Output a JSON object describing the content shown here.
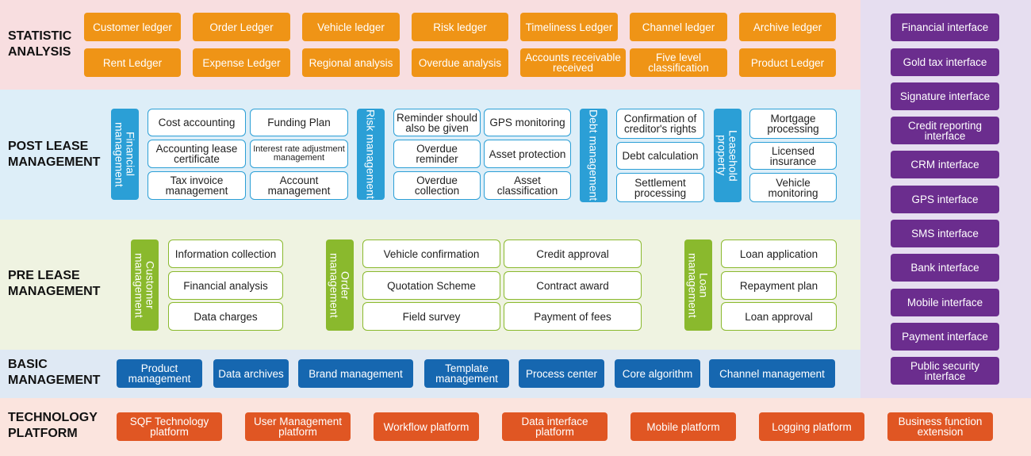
{
  "statistic": {
    "label_line1": "STATISTIC",
    "label_line2": "ANALYSIS",
    "row1": [
      "Customer ledger",
      "Order Ledger",
      "Vehicle ledger",
      "Risk ledger",
      "Timeliness Ledger",
      "Channel ledger",
      "Archive ledger"
    ],
    "row2": [
      "Rent Ledger",
      "Expense Ledger",
      "Regional analysis",
      "Overdue analysis",
      "Accounts receivable received",
      "Five level classification",
      "Product Ledger"
    ]
  },
  "post_lease": {
    "label_line1": "POST LEASE",
    "label_line2": "MANAGEMENT",
    "financial": {
      "title": "Financial management",
      "items": [
        "Cost accounting",
        "Funding Plan",
        "Accounting lease certificate",
        "Interest rate adjustment management",
        "Tax invoice management",
        "Account management"
      ]
    },
    "risk": {
      "title": "Risk management",
      "items": [
        "Reminder should also be given",
        "GPS monitoring",
        "Overdue reminder",
        "Asset protection",
        "Overdue collection",
        "Asset classification"
      ]
    },
    "debt": {
      "title": "Debt management",
      "items": [
        "Confirmation of creditor's rights",
        "Debt calculation",
        "Settlement processing"
      ]
    },
    "leasehold": {
      "title": "Leasehold property",
      "items": [
        "Mortgage processing",
        "Licensed insurance",
        "Vehicle monitoring"
      ]
    }
  },
  "pre_lease": {
    "label_line1": "PRE LEASE",
    "label_line2": "MANAGEMENT",
    "customer": {
      "title": "Customer management",
      "items": [
        "Information collection",
        "Financial analysis",
        "Data charges"
      ]
    },
    "order": {
      "title": "Order management",
      "items": [
        "Vehicle confirmation",
        "Credit approval",
        "Quotation Scheme",
        "Contract award",
        "Field survey",
        "Payment of fees"
      ]
    },
    "loan": {
      "title": "Loan management",
      "items": [
        "Loan application",
        "Repayment plan",
        "Loan approval"
      ]
    }
  },
  "basic": {
    "label_line1": "BASIC",
    "label_line2": "MANAGEMENT",
    "items": [
      "Product management",
      "Data archives",
      "Brand management",
      "Template management",
      "Process center",
      "Core algorithm",
      "Channel management"
    ]
  },
  "technology": {
    "label_line1": "TECHNOLOGY",
    "label_line2": "PLATFORM",
    "items": [
      "SQF Technology platform",
      "User Management platform",
      "Workflow platform",
      "Data interface platform",
      "Mobile platform",
      "Logging platform",
      "Business function extension"
    ]
  },
  "interfaces": [
    "Financial interface",
    "Gold tax interface",
    "Signature interface",
    "Credit reporting interface",
    "CRM interface",
    "GPS interface",
    "SMS interface",
    "Bank interface",
    "Mobile interface",
    "Payment interface",
    "Public security interface"
  ],
  "colors": {
    "statistic_bg": "#f8dee0",
    "post_bg": "#ddeef8",
    "pre_bg": "#eff3e1",
    "basic_bg": "#dfe9f4",
    "tech_bg": "#fbe4de",
    "interface_bg": "#e6def0",
    "orange": "#ef9416",
    "blue": "#1667b0",
    "purple": "#6b2d8e",
    "red": "#e05623",
    "cyan": "#2b9fd6",
    "green": "#8ab92d"
  }
}
